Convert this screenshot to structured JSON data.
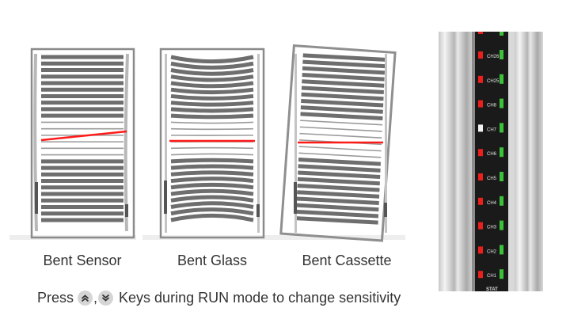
{
  "panels": [
    {
      "caption": "Bent Sensor"
    },
    {
      "caption": "Bent Glass"
    },
    {
      "caption": "Bent Cassette"
    }
  ],
  "instruction": {
    "press": "Press",
    "comma": ",",
    "rest": "Keys during RUN mode to change sensitivity"
  },
  "icons": {
    "up": "double-chevron-up-icon",
    "down": "double-chevron-down-icon"
  },
  "sensor": {
    "channels": [
      "CH26",
      "CH25",
      "CH8",
      "CH7",
      "CH6",
      "CH5",
      "CH4",
      "CH3",
      "CH2",
      "CH1"
    ],
    "label": "STAT"
  },
  "colors": {
    "beam": "#ff1a1a",
    "red_led": "#e8211c",
    "green_led": "#3cc23a",
    "white_led": "#f2f2f2",
    "text": "#333333"
  }
}
